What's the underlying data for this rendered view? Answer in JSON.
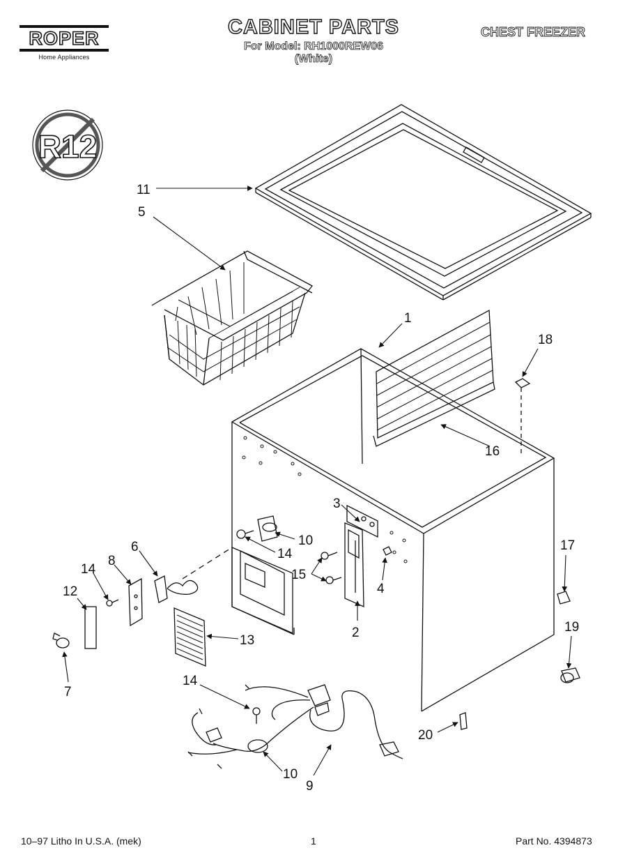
{
  "header": {
    "brand": "ROPER",
    "brand_tagline": "Home Appliances",
    "title": "CABINET PARTS",
    "model_line": "For Model: RH1000REW06",
    "color_line": "(White)",
    "product_type": "CHEST FREEZER"
  },
  "badge": {
    "text": "R12",
    "icon": "no-r12-icon"
  },
  "callouts": {
    "c11": "11",
    "c5": "5",
    "c1": "1",
    "c18": "18",
    "c16": "16",
    "c3": "3",
    "c10a": "10",
    "c14a": "14",
    "c6": "6",
    "c8": "8",
    "c14b": "14",
    "c12": "12",
    "c15": "15",
    "c4": "4",
    "c17": "17",
    "c2": "2",
    "c13": "13",
    "c19": "19",
    "c7": "7",
    "c14c": "14",
    "c20": "20",
    "c10b": "10",
    "c9": "9"
  },
  "footer": {
    "litho": "10–97 Litho In U.S.A. (mek)",
    "page": "1",
    "part_no": "Part No. 4394873"
  }
}
